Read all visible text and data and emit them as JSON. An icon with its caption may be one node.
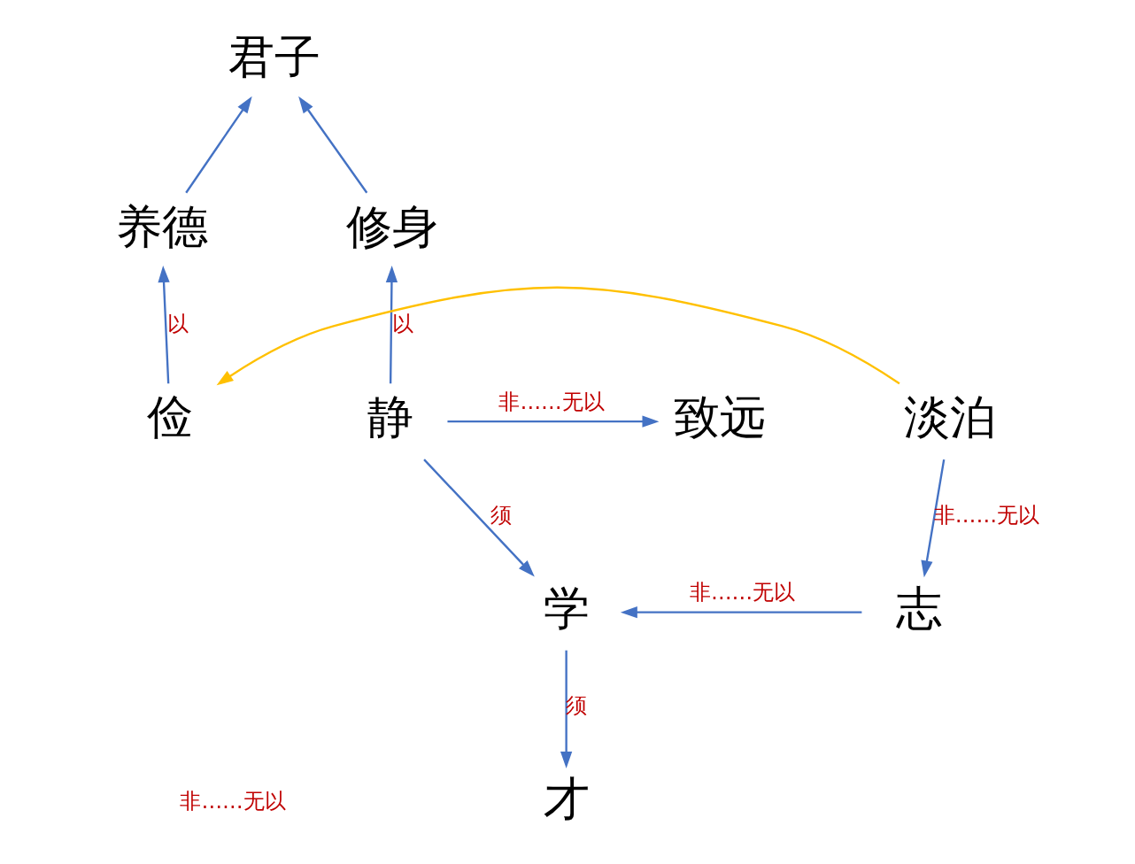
{
  "diagram": {
    "nodes": [
      {
        "text": [
          "君子"
        ]
      },
      {
        "text": [
          "修身"
        ]
      },
      {
        "text": [
          "养德"
        ]
      },
      {
        "text": [
          "致远"
        ]
      },
      {
        "text": [
          "静"
        ]
      },
      {
        "text": [
          "俭"
        ]
      },
      {
        "text": [
          "淡泊"
        ]
      },
      {
        "text": [
          "学"
        ]
      },
      {
        "text": [
          "志"
        ]
      },
      {
        "text": [
          "才"
        ]
      }
    ],
    "edges": [
      {
        "from": 1,
        "to": 0,
        "arrow": "to"
      },
      {
        "from": 2,
        "to": 0,
        "arrow": "to"
      },
      {
        "from": 4,
        "to": 1,
        "arrow": "to",
        "label": "以"
      },
      {
        "from": 5,
        "to": 2,
        "arrow": "to",
        "label": "以"
      },
      {
        "from": 4,
        "to": 3,
        "arrow": "to",
        "label": "非……无以"
      },
      {
        "from": 6,
        "to": 5,
        "arrow": "to",
        "color": "#ffc000"
      },
      {
        "from": 6,
        "to": 8,
        "arrow": "to",
        "label": "非……无以"
      },
      {
        "from": 8,
        "to": 7,
        "arrow": "to",
        "label": "非……无以"
      },
      {
        "from": 4,
        "to": 7,
        "arrow": "to",
        "label": "须"
      },
      {
        "from": 7,
        "to": 9,
        "arrow": "to",
        "label": "须"
      }
    ],
    "labels": [
      "非……无以"
    ]
  }
}
